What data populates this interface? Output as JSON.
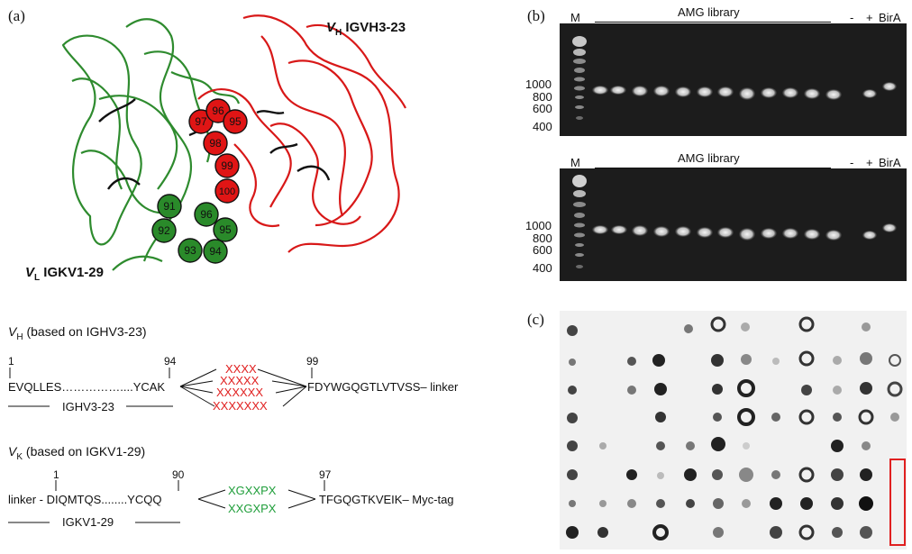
{
  "panels": {
    "a": "(a)",
    "b": "(b)",
    "c": "(c)"
  },
  "structure": {
    "vh_label": "V",
    "vh_sub": "H",
    "vh_gene": "IGVH3-23",
    "vl_label": "V",
    "vl_sub": "L",
    "vl_gene": "IGKV1-29",
    "red_residues": [
      "97",
      "96",
      "95",
      "98",
      "99",
      "100"
    ],
    "green_residues": [
      "91",
      "96",
      "92",
      "95",
      "93",
      "94"
    ],
    "colors": {
      "heavy": "#e01515",
      "light": "#2e8b2e",
      "loop": "#111111"
    }
  },
  "vh_block": {
    "title_v": "V",
    "title_sub": "H",
    "title_rest": "(based on IGHV3-23)",
    "pos_start": "1",
    "pos_mid": "94",
    "pos_end": "99",
    "left_seq": "EVQLLES……………....YCAK",
    "variants": [
      "XXXX",
      "XXXXX",
      "XXXXXX",
      "XXXXXXX"
    ],
    "right_seq": "FDYWGQGTLVTVSS– linker",
    "region": "IGHV3-23"
  },
  "vk_block": {
    "title_v": "V",
    "title_sub": "K",
    "title_rest": "(based on IGKV1-29)",
    "pos_start": "1",
    "pos_mid": "90",
    "pos_end": "97",
    "left_seq": "linker - DIQMTQS........YCQQ",
    "variants": [
      "XGXXPX",
      "XXGXPX"
    ],
    "right_seq": "TFGQGTKVEIK– Myc-tag",
    "region": "IGKV1-29"
  },
  "gels": [
    {
      "marker": "M",
      "library": "AMG library",
      "neg": "-",
      "pos": "+",
      "ctrl": "BirA",
      "ladder": [
        "1000",
        "800",
        "600",
        "400"
      ]
    },
    {
      "marker": "M",
      "library": "AMG library",
      "neg": "-",
      "pos": "+",
      "ctrl": "BirA",
      "ladder": [
        "1000",
        "800",
        "600",
        "400"
      ]
    }
  ],
  "highlight_color": "#e02020"
}
